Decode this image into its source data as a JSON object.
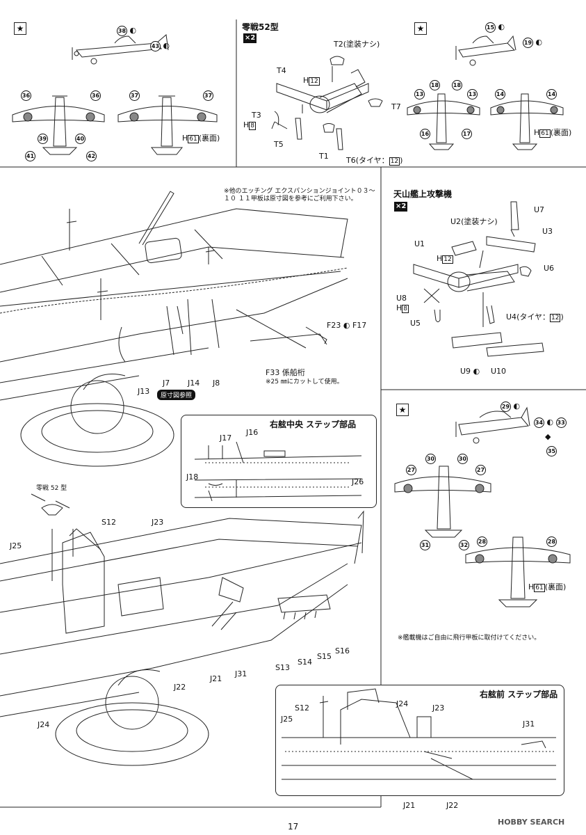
{
  "page_number": "17",
  "watermark": "HOBBY SEARCH",
  "zero": {
    "title": "零戦52型",
    "qty_badge": "×2",
    "parts": {
      "t2": "T2",
      "t2_note": "(塗装ナシ)",
      "t4": "T4",
      "h12a": "H",
      "h12a_box": "12",
      "t3": "T3",
      "h8": "H",
      "h8_box": "8",
      "t5": "T5",
      "t1": "T1",
      "t7": "T7",
      "t6": "T6",
      "t6_note": "(タイヤ：",
      "t6_box": "12",
      "t6_end": ")"
    }
  },
  "zero_decal_left": {
    "n38": "38",
    "n43": "43",
    "n36a": "36",
    "n36b": "36",
    "n39": "39",
    "n40": "40",
    "n41": "41",
    "n42": "42",
    "n37a": "37",
    "n37b": "37",
    "h61": "H",
    "h61_box": "61",
    "h61_note": "(裏面)"
  },
  "zero_decal_right": {
    "n15": "15",
    "n19": "19",
    "n13a": "13",
    "n18a": "18",
    "n18b": "18",
    "n13b": "13",
    "n16": "16",
    "n17": "17",
    "n14a": "14",
    "n14b": "14",
    "h61": "H",
    "h61_box": "61",
    "h61_note": "(裏面)"
  },
  "tenzan": {
    "title": "天山艦上攻撃機",
    "qty_badge": "×2",
    "parts": {
      "u7": "U7",
      "u2": "U2",
      "u2_note": "(塗装ナシ)",
      "u3": "U3",
      "u1": "U1",
      "h12": "H",
      "h12_box": "12",
      "u6": "U6",
      "u8": "U8",
      "h8": "H",
      "h8_box": "8",
      "u5": "U5",
      "u4": "U4",
      "u4_note": "(タイヤ：",
      "u4_box": "12",
      "u4_end": ")",
      "u9": "U9",
      "u10": "U10"
    }
  },
  "tenzan_decal": {
    "n29": "29",
    "n34": "34",
    "n33": "33",
    "n35": "35",
    "n27a": "27",
    "n30a": "30",
    "n30b": "30",
    "n27b": "27",
    "n31": "31",
    "n32": "32",
    "n28a": "28",
    "n28b": "28",
    "h61": "H",
    "h61_box": "61",
    "h61_note": "(裏面)",
    "footnote": "※艦載機はご自由に飛行甲板に取付けてください。"
  },
  "ship_upper": {
    "note": "※他のエッチング エクスパンションジョイント０３～１０ １１甲板は原寸図を参考にご利用下さい。",
    "f23": "F23",
    "f17": "F17",
    "f33": "F33",
    "f33_name": "係船桁",
    "f33_note": "※25 ㎜にカットして使用。",
    "j13": "J13",
    "j7": "J7",
    "j14": "J14",
    "j8": "J8",
    "scale_tag": "原寸図参照"
  },
  "inset_mid": {
    "title": "右舷中央 ステップ部品",
    "j16": "J16",
    "j17": "J17",
    "j18": "J18",
    "j26": "J26"
  },
  "ship_lower": {
    "zero_label": "零戦 52 型",
    "s12": "S12",
    "j23": "J23",
    "j25": "J25",
    "s13": "S13",
    "s14": "S14",
    "s15": "S15",
    "s16": "S16",
    "j21": "J21",
    "j31": "J31",
    "j22": "J22",
    "j24": "J24"
  },
  "inset_front": {
    "title": "右舷前 ステップ部品",
    "s12": "S12",
    "j24": "J24",
    "j25": "J25",
    "j23": "J23",
    "j31": "J31",
    "j21": "J21",
    "j22": "J22"
  }
}
